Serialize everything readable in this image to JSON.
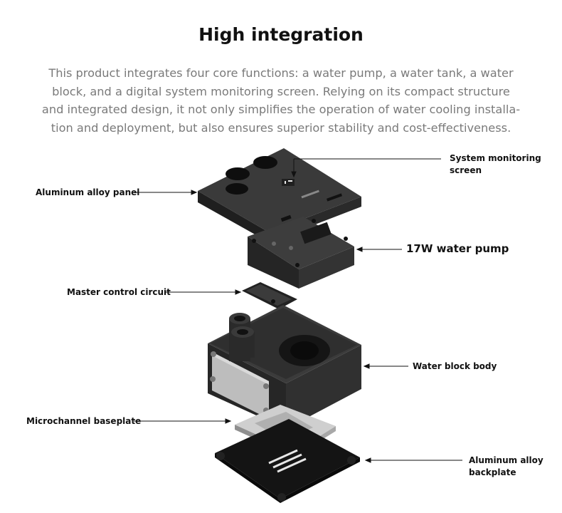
{
  "heading": "High integration",
  "description_lines": [
    "This product integrates four core functions: a water pump, a water tank, a water",
    "block, and a digital system monitoring screen. Relying on its compact structure",
    "and integrated design, it not only simplifies the operation of water cooling installa-",
    "tion and deployment, but also ensures superior stability and cost-effectiveness."
  ],
  "callouts": {
    "monitor_line1": "System monitoring",
    "monitor_line2": "screen",
    "panel": "Aluminum alloy panel",
    "pump": "17W water pump",
    "circuit": "Master control circuit",
    "block": "Water block body",
    "baseplate": "Microchannel baseplate",
    "backplate_line1": "Aluminum alloy",
    "backplate_line2": "backplate"
  },
  "colors": {
    "text": "#111111",
    "description": "#7a7a7a",
    "product_body": "#2b2b2b",
    "product_top": "#353535",
    "metal_plate": "#b9b9b9"
  }
}
